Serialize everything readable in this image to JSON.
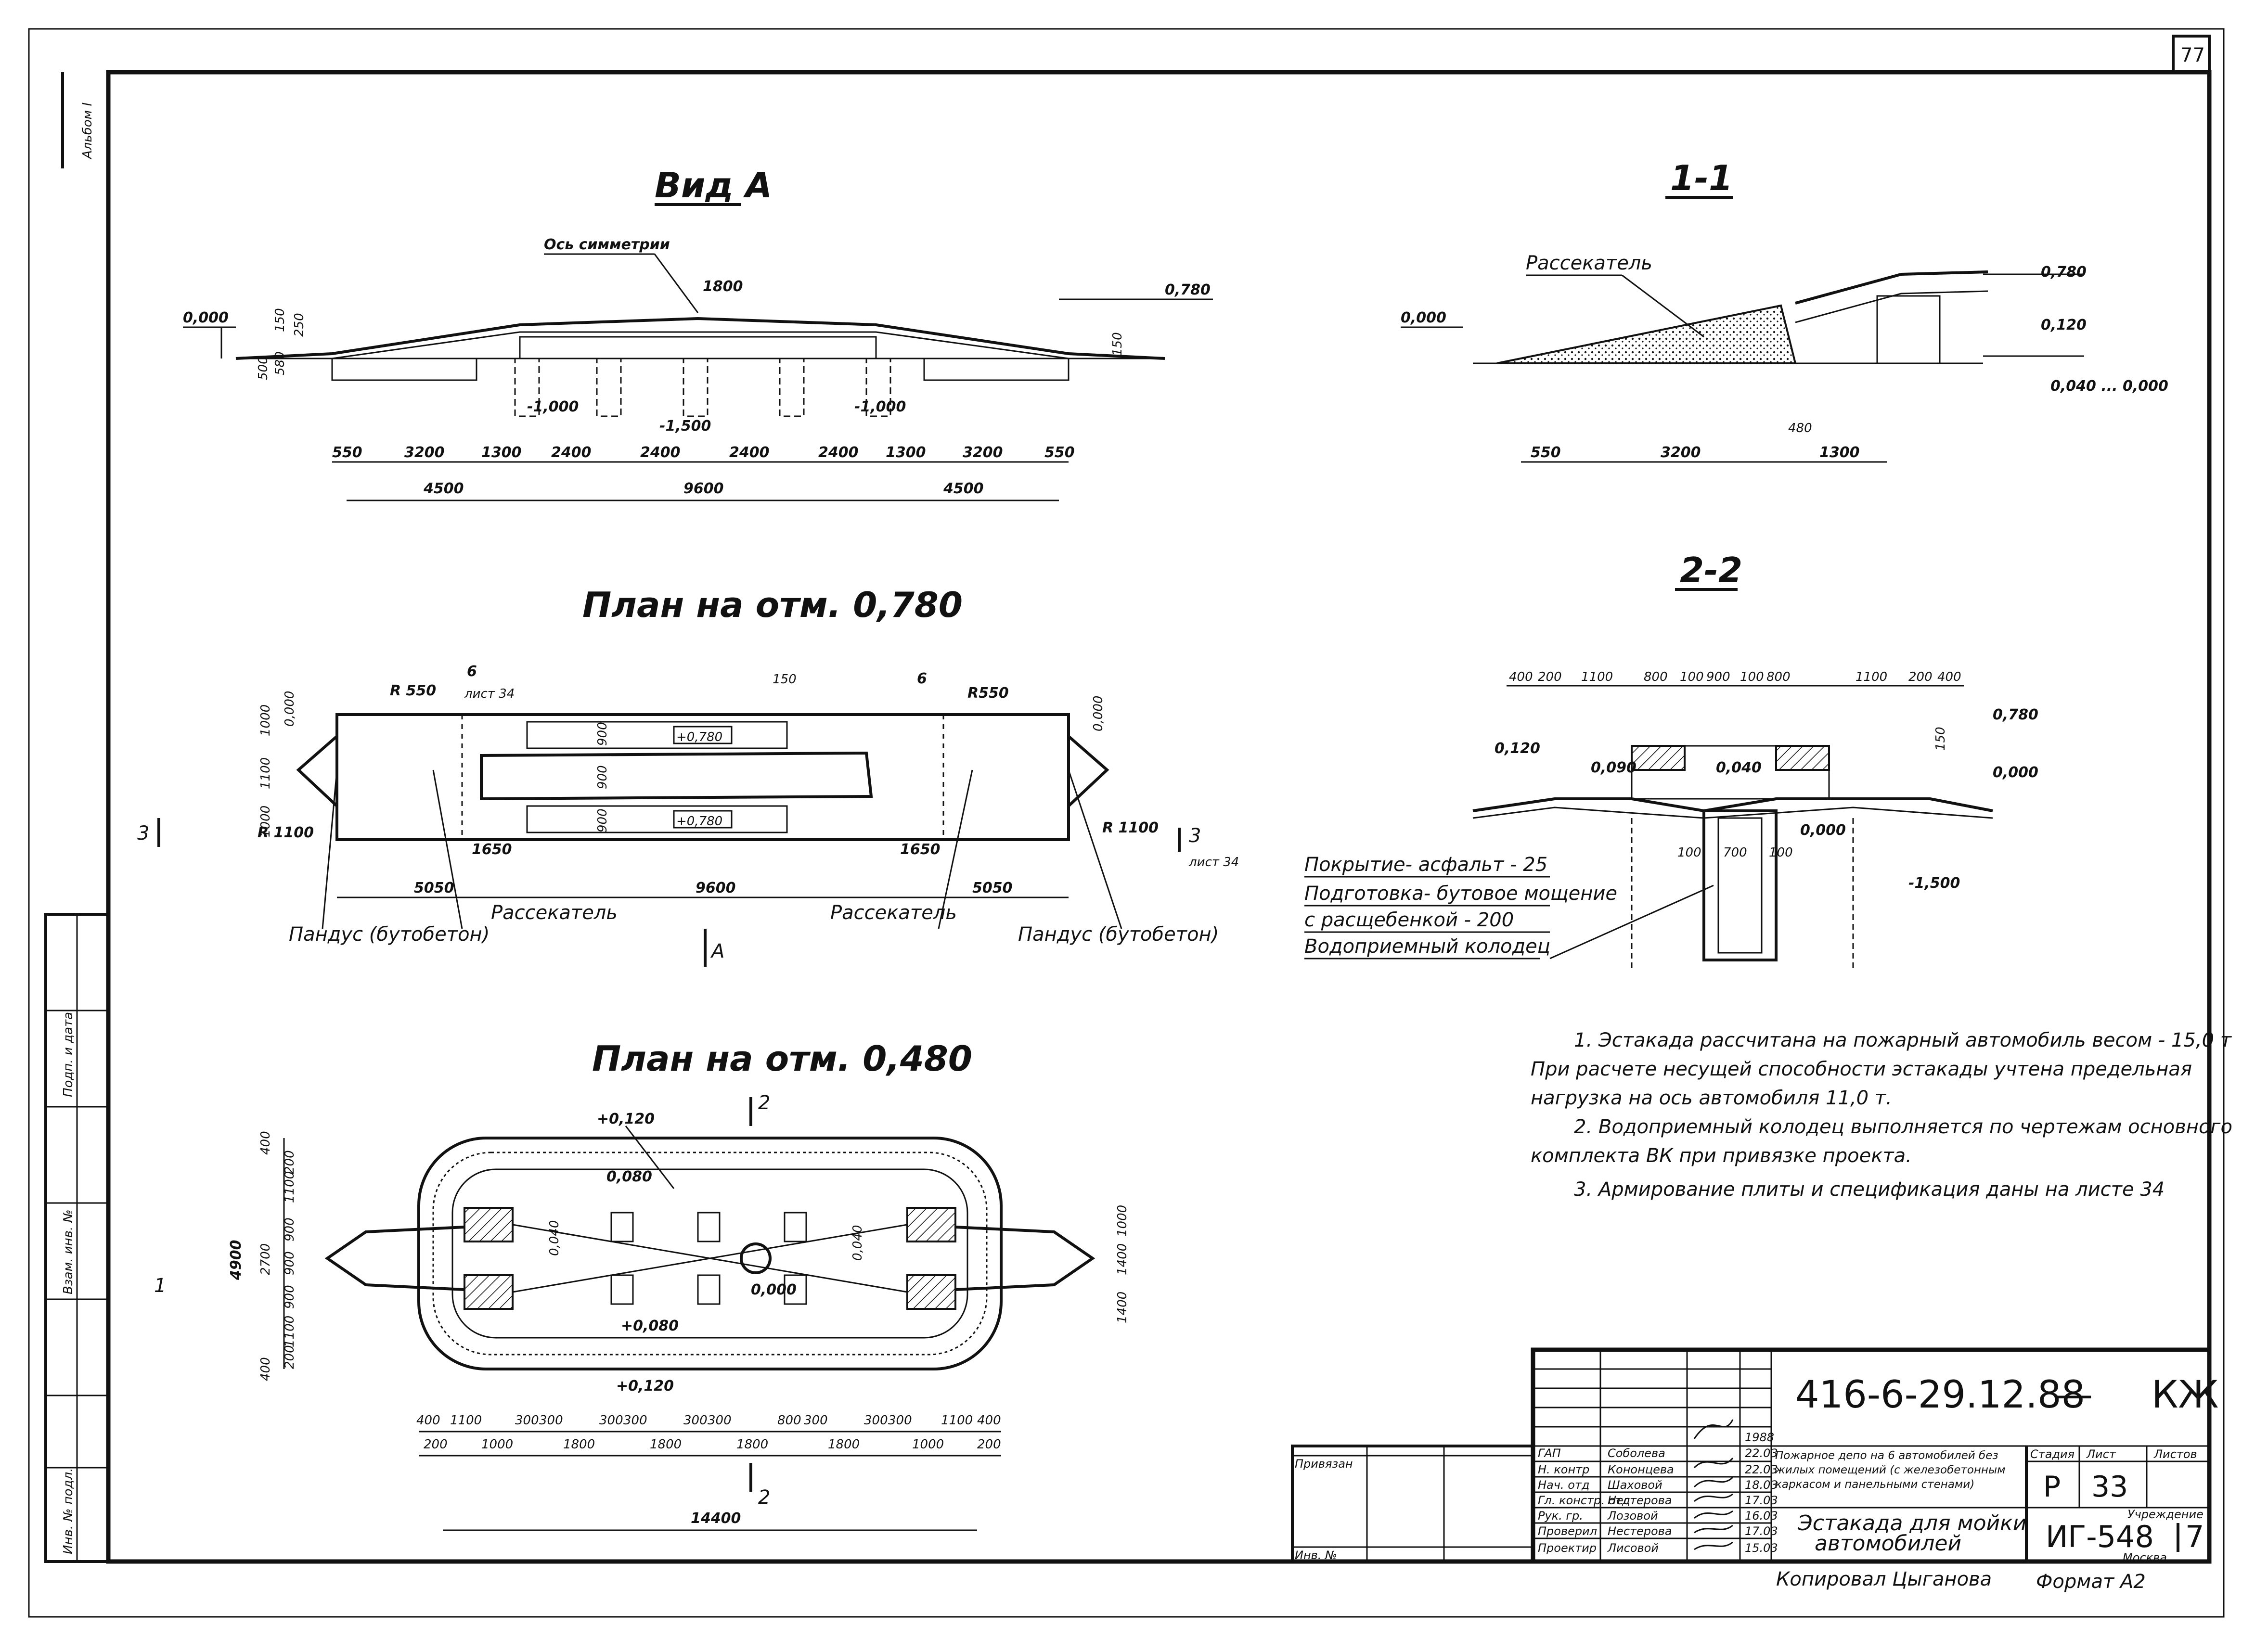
{
  "sheet": {
    "page_number": "77",
    "format_label": "Формат А2",
    "copied_label": "Копировал Цыганова",
    "left_strip_top": "Альбом I",
    "left_strip_labels": [
      "Взам. инв. №",
      "Подп. и дата",
      "Инв. № подл."
    ]
  },
  "views": {
    "view_a": {
      "title": "Вид А",
      "axis_label": "Ось симметрии",
      "levels": [
        "0,000",
        "0,780",
        "-1,000",
        "-1,500",
        "-1,000"
      ],
      "dims_top": [
        "1800",
        "150",
        "250",
        "580",
        "500",
        "150"
      ],
      "dims_row1": [
        "550",
        "3200",
        "1300",
        "2400",
        "2400",
        "2400",
        "2400",
        "1300",
        "3200",
        "550"
      ],
      "dims_row2": [
        "4500",
        "9600",
        "4500"
      ]
    },
    "section_1_1": {
      "title": "1-1",
      "label": "Рассекатель",
      "levels": [
        "0,000",
        "0,780",
        "0,120",
        "0,040 ... 0,000"
      ],
      "dims": [
        "550",
        "3200",
        "1300",
        "480"
      ]
    },
    "plan_780": {
      "title": "План на отм. 0,780",
      "callout_6": "6",
      "callout_sheet": "лист 34",
      "labels": [
        "R 550",
        "R550",
        "R 1100",
        "R 1100",
        "0,000",
        "0,000",
        "+0,780",
        "+0,780",
        "150"
      ],
      "left_dims": [
        "1000",
        "1100",
        "1000"
      ],
      "mid_dims": [
        "900",
        "900",
        "900"
      ],
      "bottom_dims": [
        "1650",
        "1650",
        "5050",
        "9600",
        "5050"
      ],
      "leaders": [
        "Пандус (бутобетон)",
        "Рассекатель",
        "Рассекатель",
        "Пандус (бутобетон)"
      ],
      "section_3_left": "3",
      "section_3_right": "3",
      "section_3_sheet": "лист 34",
      "arrow_a": "А"
    },
    "section_2_2": {
      "title": "2-2",
      "top_dims": [
        "400",
        "200",
        "1100",
        "800",
        "100",
        "900",
        "100",
        "800",
        "1100",
        "200",
        "400"
      ],
      "levels": [
        "0,120",
        "0,090",
        "0,040",
        "0,780",
        "0,000",
        "0,000",
        "-1,500"
      ],
      "well_dims": [
        "100",
        "700",
        "100"
      ],
      "dim_150": "150",
      "layers": [
        "Покрытие- асфальт - 25",
        "Подготовка- бутовое мощение",
        "с расщебенкой - 200",
        "Водоприемный колодец"
      ]
    },
    "plan_480": {
      "title": "План на отм. 0,480",
      "section_marker": "2",
      "section_marker_1": "1",
      "levels": [
        "+0,120",
        "0,080",
        "0,040",
        "0,000",
        "+0,080",
        "+0,120",
        "0,040"
      ],
      "left_dims": [
        "400",
        "200",
        "1100",
        "900",
        "900",
        "900",
        "1100",
        "200",
        "400"
      ],
      "overall_left": "4900",
      "overall_left_mid": "2700",
      "right_dims": [
        "1000",
        "1400",
        "1400"
      ],
      "bottom_row1": [
        "400",
        "1100",
        "300",
        "300",
        "300",
        "300",
        "300",
        "300",
        "800",
        "300",
        "300",
        "300",
        "1100",
        "400"
      ],
      "bottom_row2": [
        "200",
        "1000",
        "1800",
        "1800",
        "1800",
        "1800",
        "1000",
        "200"
      ],
      "overall": "14400"
    }
  },
  "notes": [
    "1. Эстакада рассчитана на пожарный автомобиль весом - 15,0 т",
    "При расчете несущей способности эстакады учтена предельная",
    "нагрузка на ось автомобиля 11,0 т.",
    "2. Водоприемный колодец выполняется по чертежам основного",
    "комплекта ВК при привязке проекта.",
    "3. Армирование плиты и спецификация даны на листе 34"
  ],
  "title_block": {
    "code": "416-6-29.12.88",
    "dash": "—",
    "mark": "КЖ",
    "date_top": "1988",
    "rows": [
      {
        "role": "ГАП",
        "name": "Соболева",
        "date": "22.03"
      },
      {
        "role": "Н. контр",
        "name": "Кононцева",
        "date": "22.03"
      },
      {
        "role": "Нач. отд",
        "name": "Шаховой",
        "date": "18.03"
      },
      {
        "role": "Гл. констр. отд",
        "name": "Нестерова",
        "date": "17.03"
      },
      {
        "role": "Рук. гр.",
        "name": "Лозовой",
        "date": "16.03"
      },
      {
        "role": "Проверил",
        "name": "Нестерова",
        "date": "17.03"
      },
      {
        "role": "Проектир",
        "name": "Лисовой",
        "date": "15.03"
      }
    ],
    "project_title": "Пожарное депо на 6 автомобилей без жилых помещений (с железобетонным каркасом и панельными стенами)",
    "sheet_title_1": "Эстакада для мойки",
    "sheet_title_2": "автомобилей",
    "stage_h": "Стадия",
    "sheet_h": "Лист",
    "sheets_h": "Листов",
    "stage": "Р",
    "sheet": "33",
    "org_label": "Учреждение",
    "org": "ИГ-548",
    "org_num": "7",
    "city": "Москва",
    "privyazan": "Привязан",
    "inv": "Инв. №"
  }
}
